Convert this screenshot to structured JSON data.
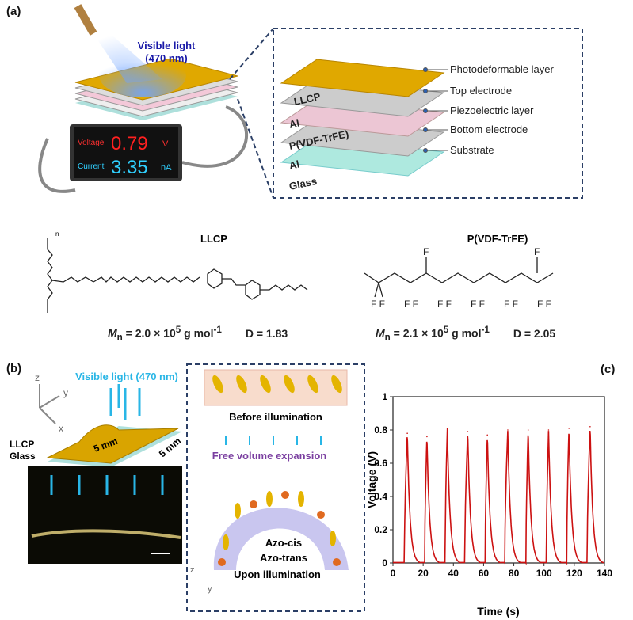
{
  "panel_a": {
    "label": "(a)",
    "light": "Visible light",
    "light_nm": "(470 nm)",
    "meter": {
      "voltage_label": "Voltage",
      "voltage_value": "0.79",
      "voltage_unit": "V",
      "current_label": "Current",
      "current_value": "3.35",
      "current_unit": "nA"
    },
    "stack_layers": [
      "LLCP",
      "Al",
      "P(VDF-TrFE)",
      "Al",
      "Glass"
    ],
    "layer_callouts": [
      "Photodeformable layer",
      "Top electrode",
      "Piezoelectric layer",
      "Bottom electrode",
      "Substrate"
    ],
    "llcp": {
      "title": "LLCP",
      "mn": "M",
      "mn_sub": "n",
      "mn_value": " = 2.0 × 10",
      "mn_exp": "5",
      "mn_unit": " g mol",
      "mn_unit_exp": "-1",
      "d": "D = 1.83",
      "n": "n"
    },
    "pvdf": {
      "title": "P(VDF-TrFE)",
      "mn": "M",
      "mn_sub": "n",
      "mn_value": " = 2.1 × 10",
      "mn_exp": "5",
      "mn_unit": " g mol",
      "mn_unit_exp": "-1",
      "d": "D = 2.05"
    }
  },
  "panel_b": {
    "label": "(b)",
    "light": "Visible light (470 nm)",
    "axes": [
      "z",
      "y",
      "x"
    ],
    "dim1": "5 mm",
    "dim2": "5 mm",
    "llcp": "LLCP",
    "glass": "Glass",
    "before": "Before illumination",
    "free_volume": "Free volume expansion",
    "azo_cis": "Azo-cis",
    "azo_trans": "Azo-trans",
    "upon": "Upon illumination",
    "axes2": [
      "z",
      "y"
    ]
  },
  "colors": {
    "gold": "#d9a400",
    "curve": "#cc1111",
    "light": "#29b6e6",
    "dash": "#2b3f66"
  },
  "chart_data": {
    "type": "line",
    "panel_label": "(c)",
    "xlabel": "Time (s)",
    "ylabel": "Voltage (V)",
    "xlim": [
      0,
      140
    ],
    "ylim": [
      0,
      1
    ],
    "xticks": [
      0,
      20,
      40,
      60,
      80,
      100,
      120,
      140
    ],
    "yticks": [
      0,
      0.2,
      0.4,
      0.6,
      0.8,
      1
    ],
    "ytick_labels": [
      "0",
      "0.2",
      "0.4",
      "0.6",
      "0.8",
      "1"
    ],
    "grid": false,
    "series": [
      {
        "name": "Voltage",
        "color": "#cc1111",
        "onset_s": [
          7.5,
          21,
          34.5,
          47.5,
          61,
          74,
          88,
          101.5,
          115,
          128.5
        ],
        "peak_s": [
          9.5,
          22.5,
          36,
          49.5,
          62.5,
          76,
          89.5,
          103,
          116.5,
          130.5
        ],
        "peak_v": [
          0.78,
          0.76,
          0.81,
          0.79,
          0.77,
          0.8,
          0.8,
          0.8,
          0.81,
          0.82
        ]
      }
    ]
  }
}
